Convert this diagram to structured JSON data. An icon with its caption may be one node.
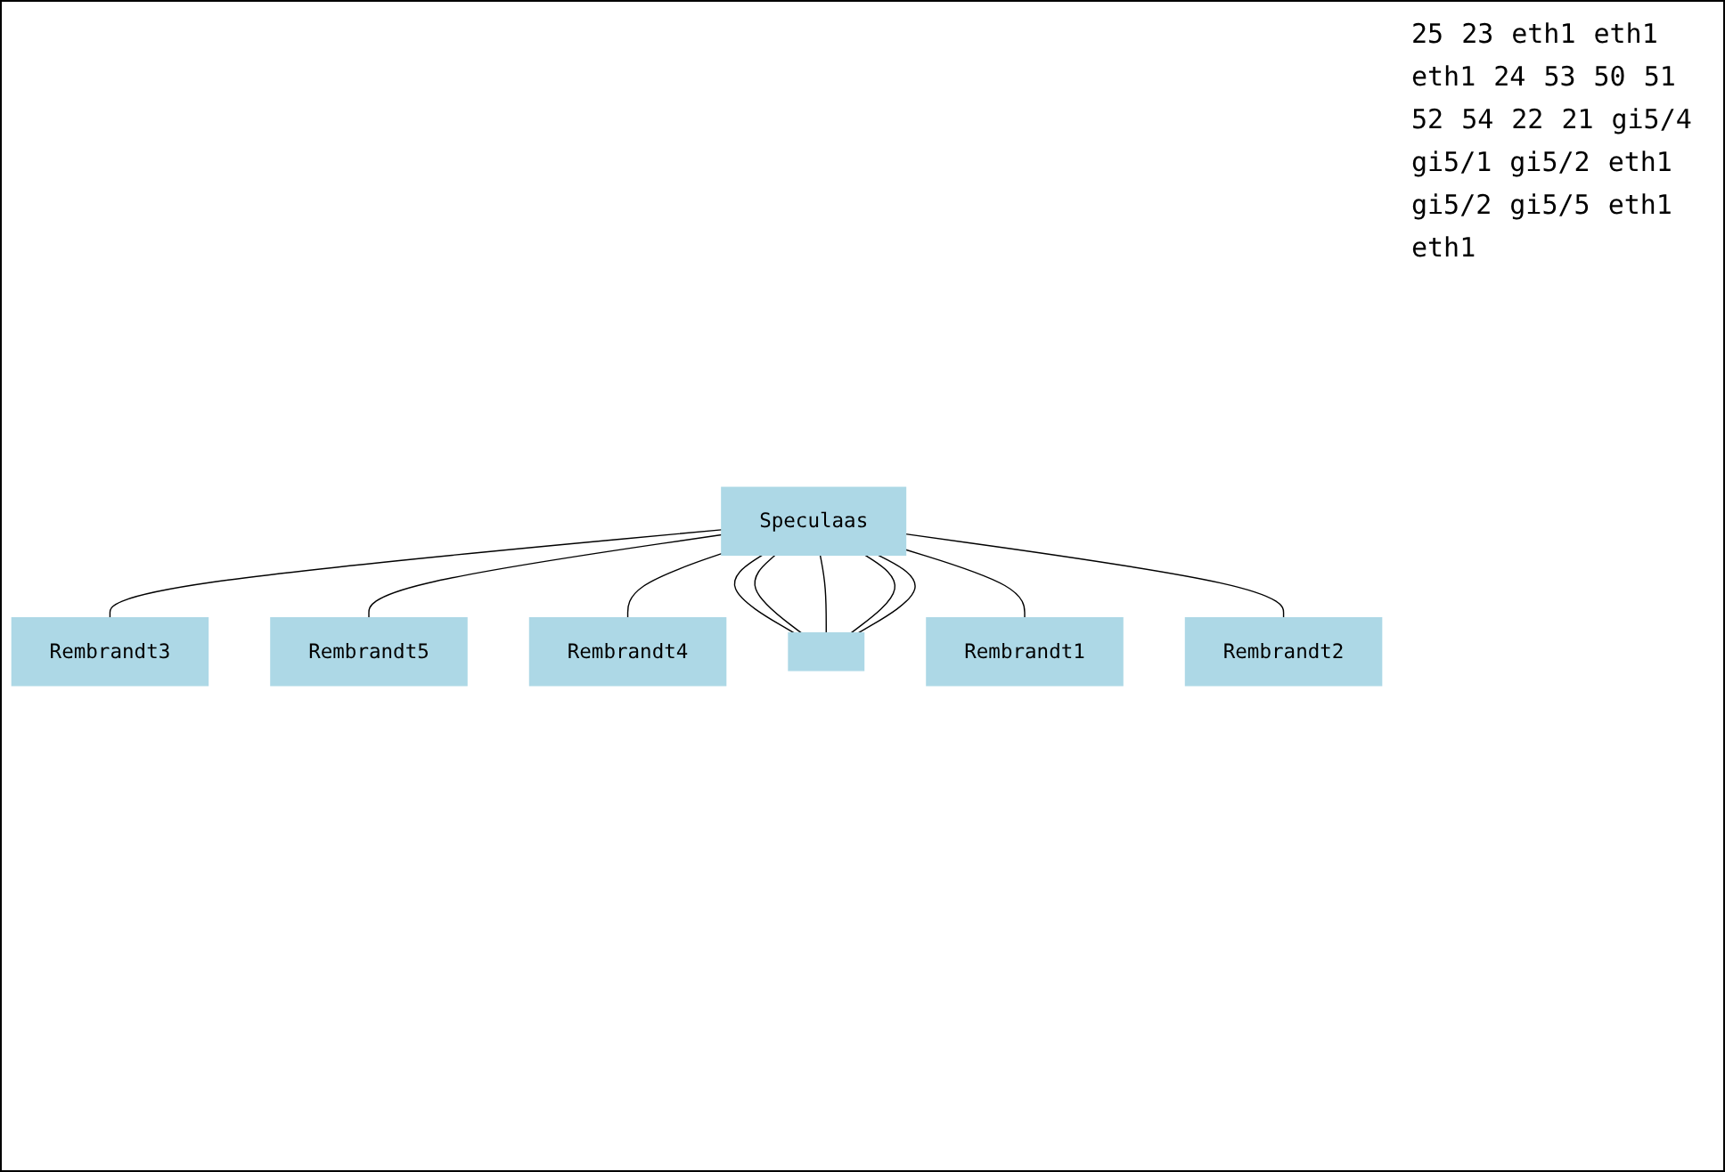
{
  "diagram": {
    "nodes": [
      {
        "text": [
          "Rembrandt3"
        ]
      },
      {
        "text": [
          "Rembrandt5"
        ]
      },
      {
        "text": [
          "Rembrandt4"
        ]
      },
      {
        "text": [
          "Speculaas"
        ]
      },
      {
        "text": [],
        "shape": "box"
      },
      {
        "text": [
          "Rembrandt1"
        ]
      },
      {
        "text": [
          "Rembrandt2"
        ]
      }
    ],
    "edges": [
      {
        "from": 3,
        "to": 0,
        "arrow": "none"
      },
      {
        "from": 3,
        "to": 1,
        "arrow": "none"
      },
      {
        "from": 3,
        "to": 2,
        "arrow": "none"
      },
      {
        "from": 3,
        "to": 4,
        "arrow": "none"
      },
      {
        "from": 3,
        "to": 4,
        "arrow": "none"
      },
      {
        "from": 3,
        "to": 4,
        "arrow": "none"
      },
      {
        "from": 3,
        "to": 4,
        "arrow": "none"
      },
      {
        "from": 3,
        "to": 4,
        "arrow": "none"
      },
      {
        "from": 3,
        "to": 5,
        "arrow": "none"
      },
      {
        "from": 3,
        "to": 6,
        "arrow": "none"
      }
    ],
    "labels": [
      "25",
      "23",
      "eth1",
      "eth1",
      "eth1",
      "24",
      "53",
      "50",
      "51",
      "52",
      "54",
      "22",
      "21",
      "gi5/4",
      "gi5/1",
      "gi5/2",
      "eth1",
      "gi5/2",
      "gi5/5",
      "eth1",
      "eth1"
    ]
  }
}
